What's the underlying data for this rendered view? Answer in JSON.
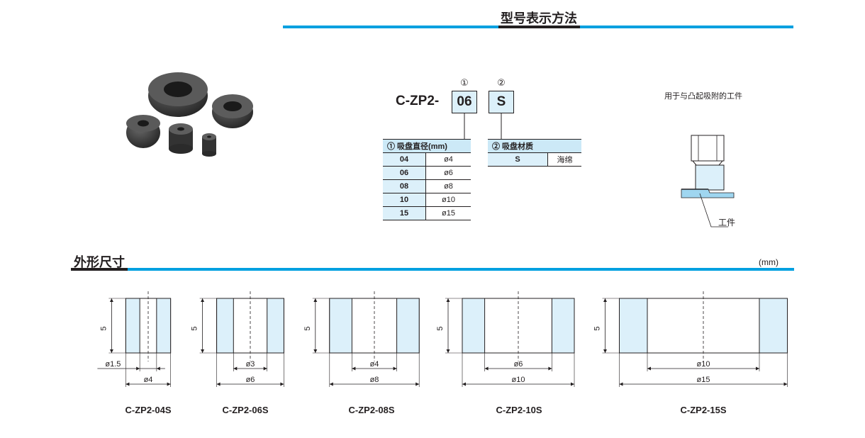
{
  "ordering": {
    "title": "型号表示方法",
    "prefix": "C-ZP2-",
    "fields": [
      {
        "marker": "①",
        "value": "06"
      },
      {
        "marker": "②",
        "value": "S"
      }
    ]
  },
  "diameter_table": {
    "title": "① 吸盘直径(mm)",
    "rows": [
      {
        "code": "04",
        "value": "ø4"
      },
      {
        "code": "06",
        "value": "ø6"
      },
      {
        "code": "08",
        "value": "ø8"
      },
      {
        "code": "10",
        "value": "ø10"
      },
      {
        "code": "15",
        "value": "ø15"
      }
    ]
  },
  "material_table": {
    "title": "② 吸盘材质",
    "rows": [
      {
        "code": "S",
        "value": "海绵"
      }
    ]
  },
  "application": {
    "note": "用于与凸起吸附的工件",
    "workpiece_label": "工件"
  },
  "dimensions": {
    "title": "外形尺寸",
    "unit": "(mm)",
    "height_label": "5",
    "extra_label": "ø1.5",
    "items": [
      {
        "model": "C-ZP2-04S",
        "inner": "",
        "outer": "ø4",
        "outer_mm": 4,
        "inner_mm": 1.5
      },
      {
        "model": "C-ZP2-06S",
        "inner": "ø3",
        "outer": "ø6",
        "outer_mm": 6,
        "inner_mm": 3
      },
      {
        "model": "C-ZP2-08S",
        "inner": "ø4",
        "outer": "ø8",
        "outer_mm": 8,
        "inner_mm": 4
      },
      {
        "model": "C-ZP2-10S",
        "inner": "ø6",
        "outer": "ø10",
        "outer_mm": 10,
        "inner_mm": 6
      },
      {
        "model": "C-ZP2-15S",
        "inner": "ø10",
        "outer": "ø15",
        "outer_mm": 15,
        "inner_mm": 10
      }
    ]
  },
  "colors": {
    "accent_blue": "#00a0e0",
    "fill_light_blue": "#dcf0fa",
    "header_blue": "#cce9f7",
    "text": "#231f20"
  }
}
